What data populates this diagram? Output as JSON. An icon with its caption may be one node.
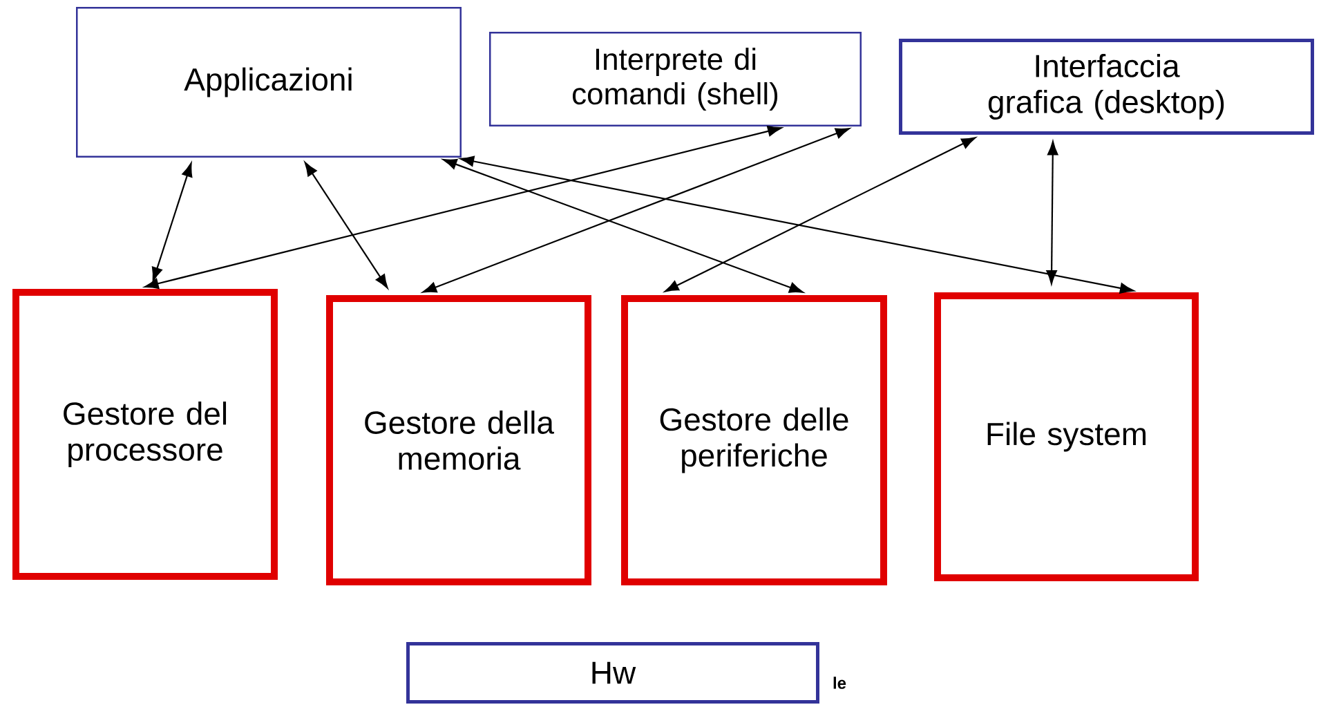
{
  "diagram": {
    "nodes": [
      {
        "text": [
          "Applicazioni"
        ]
      },
      {
        "text": [
          "Interprete di comandi (shell)"
        ]
      },
      {
        "text": [
          "Interfaccia grafica (desktop)"
        ]
      },
      {
        "text": [
          "Gestore del processore"
        ]
      },
      {
        "text": [
          "Gestore della memoria"
        ]
      },
      {
        "text": [
          "Gestore delle periferiche"
        ]
      },
      {
        "text": [
          "File system"
        ]
      },
      {
        "text": [
          "Hw"
        ]
      }
    ],
    "edges": [
      {
        "from": 0,
        "to": 3,
        "arrow": "both"
      },
      {
        "from": 0,
        "to": 4,
        "arrow": "both"
      },
      {
        "from": 0,
        "to": 5,
        "arrow": "both"
      },
      {
        "from": 0,
        "to": 6,
        "arrow": "both"
      },
      {
        "from": 1,
        "to": 3,
        "arrow": "both"
      },
      {
        "from": 1,
        "to": 4,
        "arrow": "both"
      },
      {
        "from": 2,
        "to": 5,
        "arrow": "both"
      },
      {
        "from": 2,
        "to": 6,
        "arrow": "both"
      }
    ],
    "labels": [
      "le"
    ]
  }
}
